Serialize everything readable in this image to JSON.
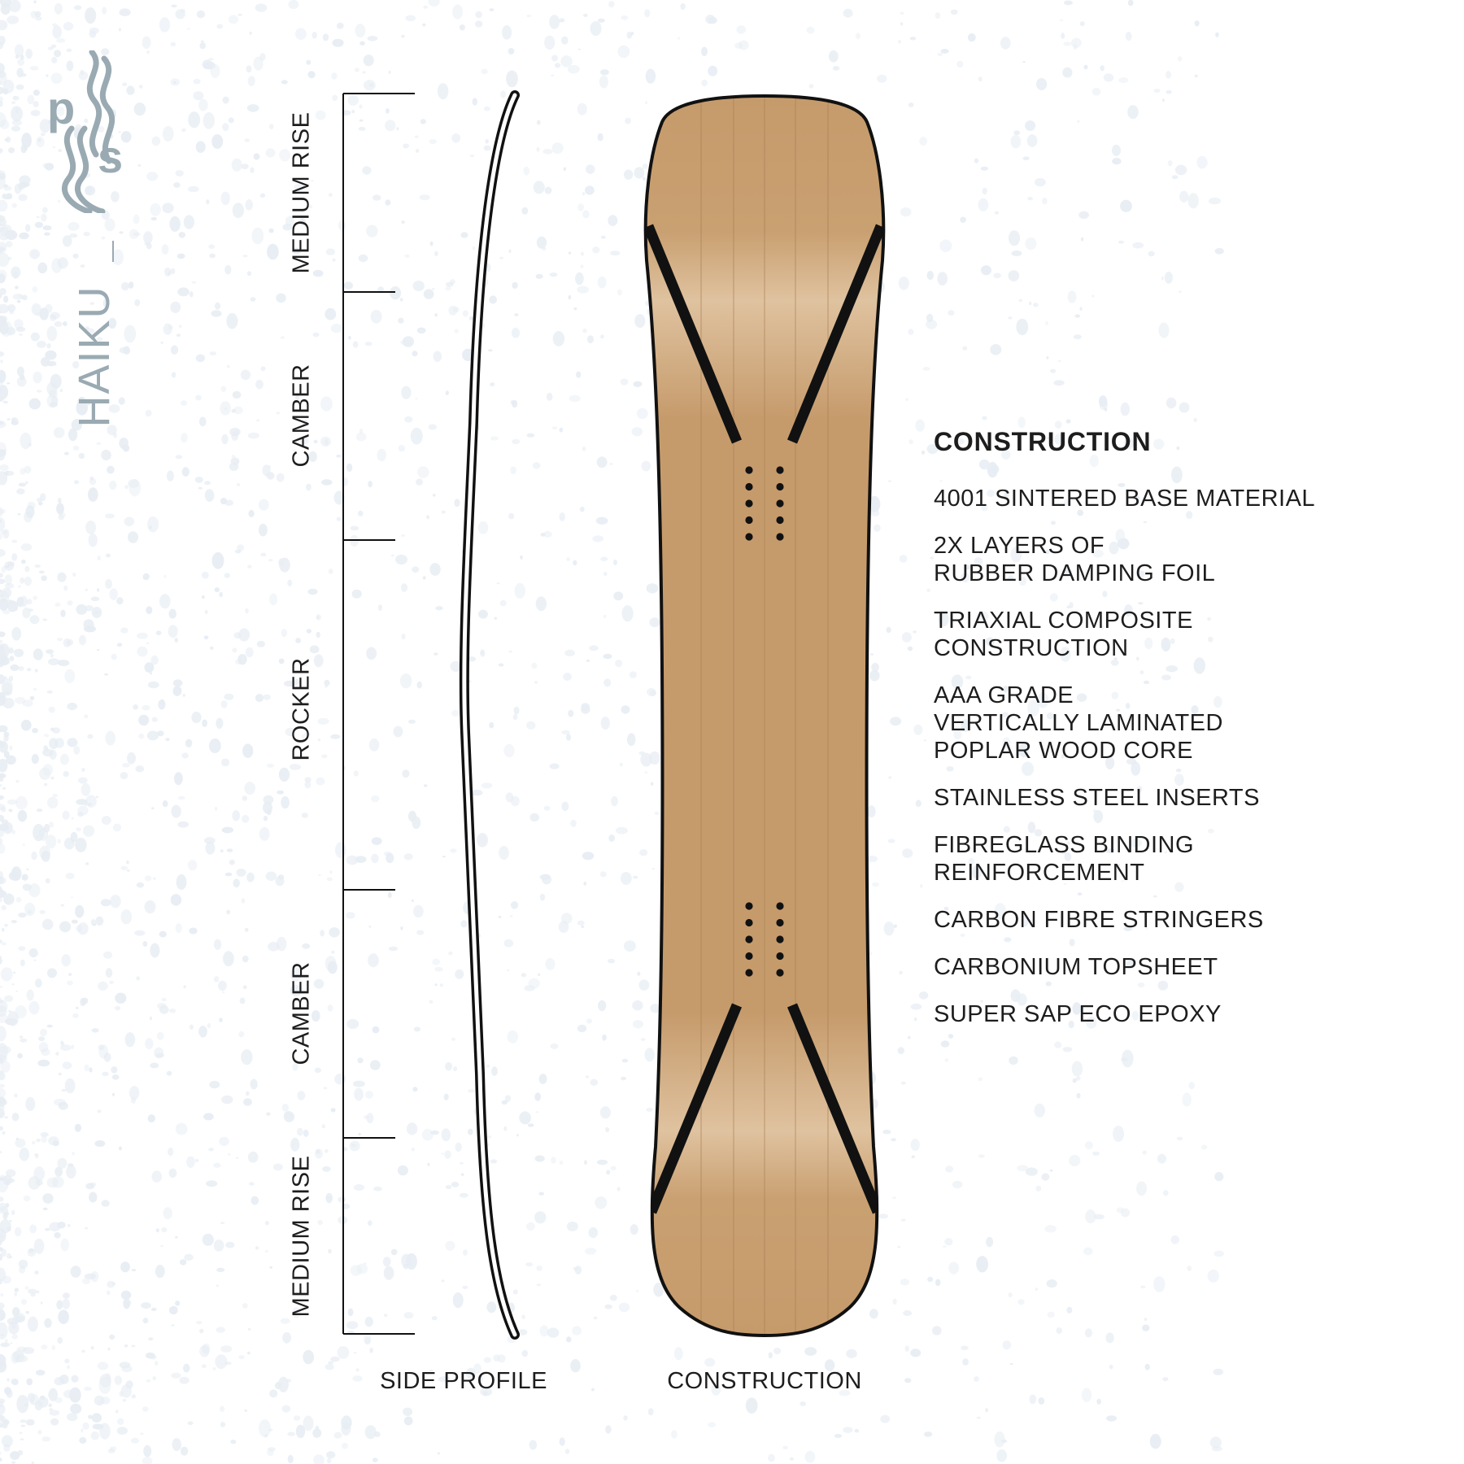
{
  "brand": {
    "logo_letters": [
      "p",
      "s"
    ],
    "product_name": "HAIKU"
  },
  "profile": {
    "zones": [
      "MEDIUM RISE",
      "CAMBER",
      "ROCKER",
      "CAMBER",
      "MEDIUM RISE"
    ],
    "caption": "SIDE PROFILE"
  },
  "board": {
    "caption": "CONSTRUCTION",
    "inserts_per_binding": 2,
    "holes_per_column": 5
  },
  "specs": {
    "title": "CONSTRUCTION",
    "items": [
      {
        "lines": [
          "4001 SINTERED BASE MATERIAL"
        ]
      },
      {
        "lines": [
          "2X LAYERS OF",
          "RUBBER DAMPING FOIL"
        ]
      },
      {
        "lines": [
          "TRIAXIAL COMPOSITE",
          "CONSTRUCTION"
        ]
      },
      {
        "lines": [
          "AAA GRADE",
          "VERTICALLY LAMINATED",
          "POPLAR WOOD CORE"
        ]
      },
      {
        "lines": [
          "STAINLESS STEEL INSERTS"
        ]
      },
      {
        "lines": [
          "FIBREGLASS BINDING",
          "REINFORCEMENT"
        ]
      },
      {
        "lines": [
          "CARBON FIBRE STRINGERS"
        ]
      },
      {
        "lines": [
          "CARBONIUM TOPSHEET"
        ]
      },
      {
        "lines": [
          "SUPER SAP ECO EPOXY"
        ]
      }
    ]
  },
  "colors": {
    "wood_dark": "#c69b6c",
    "wood_light": "#dfc29f",
    "outline": "#111111",
    "texture": "#e7edf3",
    "brand": "#9aaab2"
  }
}
